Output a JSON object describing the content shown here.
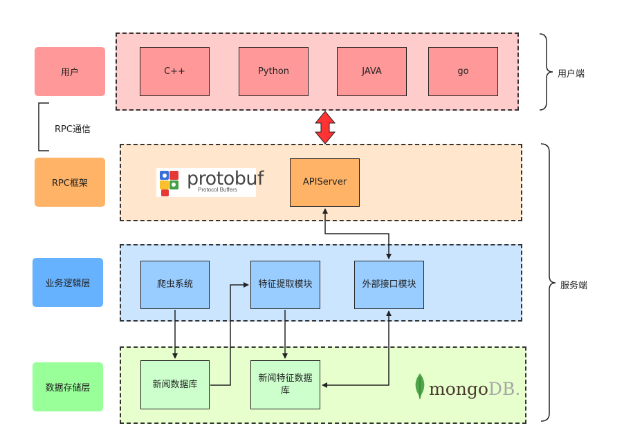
{
  "left_labels": {
    "user": "用户",
    "rpc_comm": "RPC通信",
    "rpc_framework": "RPC框架",
    "business_layer": "业务逻辑层",
    "data_layer": "数据存储层"
  },
  "right_labels": {
    "client_side": "用户端",
    "server_side": "服务端"
  },
  "client_nodes": [
    "C++",
    "Python",
    "JAVA",
    "go"
  ],
  "rpc_nodes": {
    "api_server": "APIServer"
  },
  "logic_nodes": {
    "crawler": "爬虫系统",
    "feature_extract": "特征提取模块",
    "external_api": "外部接口模块"
  },
  "storage_nodes": {
    "news_db": "新闻数据库",
    "news_feature_db": "新闻特征数据库"
  },
  "logos": {
    "protobuf": "protobuf",
    "protobuf_sub": "Protocol Buffers",
    "mongo": "mongo",
    "mongo_db": "DB",
    "mongo_dot": "."
  },
  "colors": {
    "user_label": "#ff9999",
    "rpc_label": "#ffb366",
    "business_label": "#66b2ff",
    "data_label": "#99ff99",
    "client_band": "#ffcccc",
    "rpc_band": "#ffe6cc",
    "logic_band": "#cce5ff",
    "storage_band": "#e6ffcc",
    "arrow_red": "#ff3333"
  }
}
